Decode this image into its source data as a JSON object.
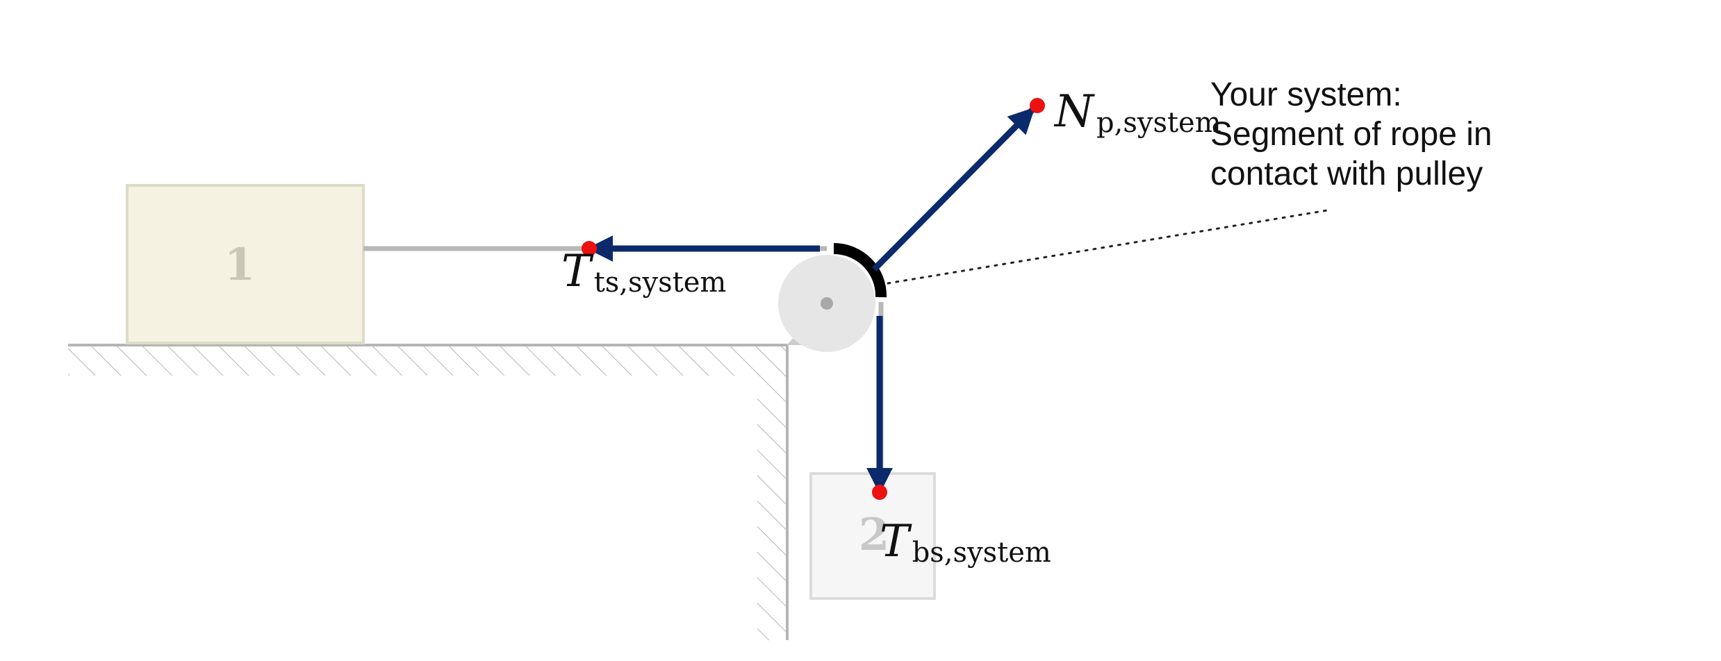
{
  "blocks": {
    "block1": {
      "label": "1",
      "fill": "#f6f2e1",
      "stroke": "#dedbc8",
      "text_color": "#c9c7b8"
    },
    "block2": {
      "label": "2",
      "fill": "#f6f6f6",
      "stroke": "#dcdcdc",
      "text_color": "#c8c8c8"
    }
  },
  "forces": {
    "tension_top": {
      "symbol": "T",
      "subscript": "ts,system"
    },
    "tension_bottom": {
      "symbol": "T",
      "subscript": "bs,system"
    },
    "normal_pulley": {
      "symbol": "N",
      "subscript": "p,system"
    }
  },
  "caption": {
    "line1": "Your system:",
    "line2": "Segment of rope in",
    "line3": "contact with pulley"
  },
  "colors": {
    "force_arrow": "#0b2a6b",
    "force_point": "#ee1111",
    "system_segment": "#000000",
    "rope": "#b8b8b8",
    "ground": "#b5b5b5",
    "pulley": "#e6e6e6",
    "pulley_axle": "#a8a8a8"
  }
}
